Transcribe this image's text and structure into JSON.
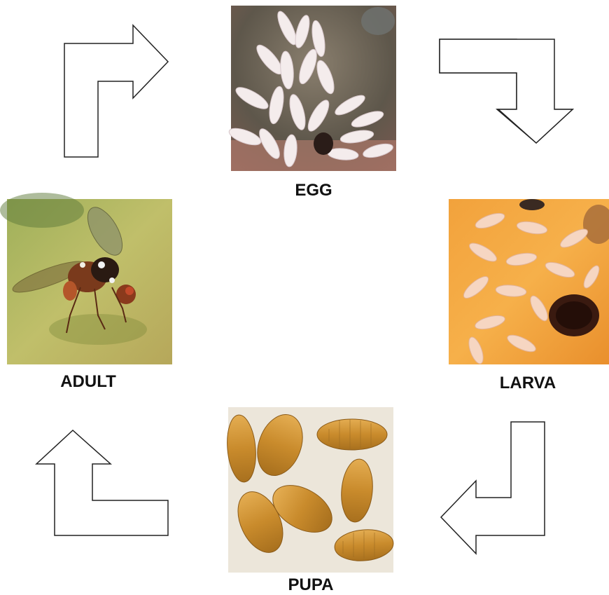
{
  "stages": [
    {
      "id": "egg",
      "label": "EGG"
    },
    {
      "id": "larva",
      "label": "LARVA"
    },
    {
      "id": "pupa",
      "label": "PUPA"
    },
    {
      "id": "adult",
      "label": "ADULT"
    }
  ],
  "colors": {
    "arrow_stroke": "#222222",
    "arrow_fill": "#ffffff",
    "label": "#111111"
  }
}
